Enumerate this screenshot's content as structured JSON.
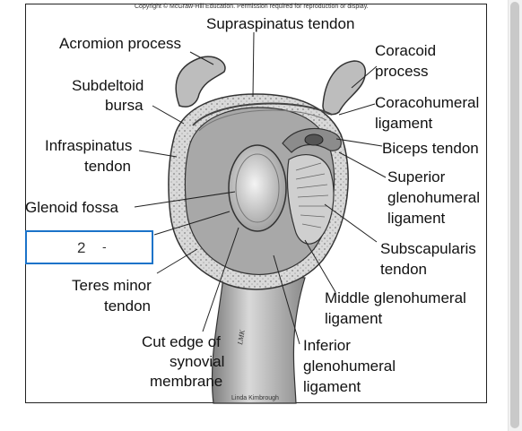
{
  "copyright": "Copyright © McGraw-Hill Education. Permission required for reproduction or display.",
  "credit": "Linda Kimbrough",
  "artist_initials": "LMK",
  "labels": {
    "supraspinatus": "Supraspinatus tendon",
    "acromion": "Acromion process",
    "coracoid_1": "Coracoid",
    "coracoid_2": "process",
    "subdeltoid_1": "Subdeltoid",
    "subdeltoid_2": "bursa",
    "coracohumeral_1": "Coracohumeral",
    "coracohumeral_2": "ligament",
    "infraspinatus_1": "Infraspinatus",
    "infraspinatus_2": "tendon",
    "biceps": "Biceps tendon",
    "sup_gleno_1": "Superior",
    "sup_gleno_2": "glenohumeral",
    "sup_gleno_3": "ligament",
    "glenoid": "Glenoid fossa",
    "subscap_1": "Subscapularis",
    "subscap_2": "tendon",
    "teres_1": "Teres minor",
    "teres_2": "tendon",
    "mid_gleno_1": "Middle glenohumeral",
    "mid_gleno_2": "ligament",
    "cut_1": "Cut edge of",
    "cut_2": "synovial",
    "cut_3": "membrane",
    "inf_gleno_1": "Inferior",
    "inf_gleno_2": "glenohumeral",
    "inf_gleno_3": "ligament"
  },
  "answer_box": {
    "text": "2",
    "extra": "-"
  },
  "colors": {
    "answer_border": "#1b73c9",
    "ink": "#111111"
  }
}
